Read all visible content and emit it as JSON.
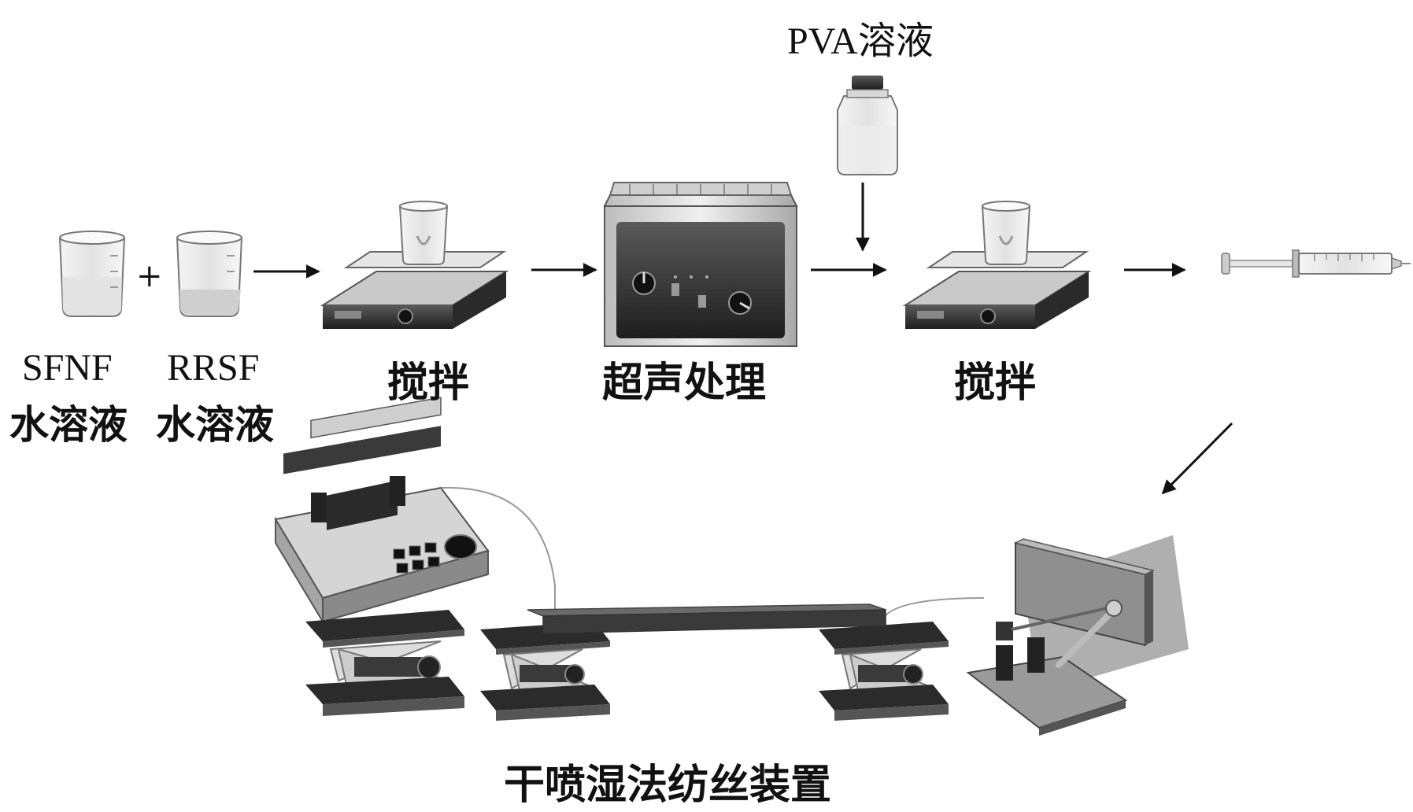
{
  "labels": {
    "pva": "PVA溶液",
    "sfnf_line1": "SFNF",
    "sfnf_line2": "水溶液",
    "rrsf_line1": "RRSF",
    "rrsf_line2": "水溶液",
    "plus": "+",
    "stir_1": "搅拌",
    "ultrasonic": "超声处理",
    "stir_2": "搅拌",
    "apparatus": "干喷湿法纺丝装置"
  }
}
